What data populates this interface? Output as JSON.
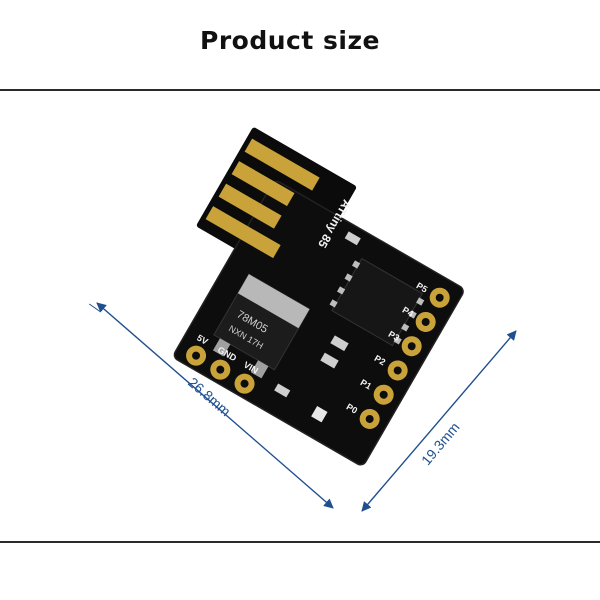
{
  "header": {
    "title": "Product size"
  },
  "board": {
    "chip_label": "ATtiny 85",
    "regulator_label": "78M05",
    "regulator_code": "NXN 17H",
    "pin_labels_left": [
      "5V",
      "GND",
      "VIN"
    ],
    "pin_labels_right": [
      "P0",
      "P1",
      "P2",
      "P3",
      "P4",
      "P5"
    ]
  },
  "dimensions": {
    "length": "26.8mm",
    "width": "19.3mm"
  },
  "colors": {
    "pcb": "#0b0b0b",
    "gold_contact": "#c9a33a",
    "dimension_line": "#1f4f8f",
    "rule": "#2a2a2a"
  }
}
